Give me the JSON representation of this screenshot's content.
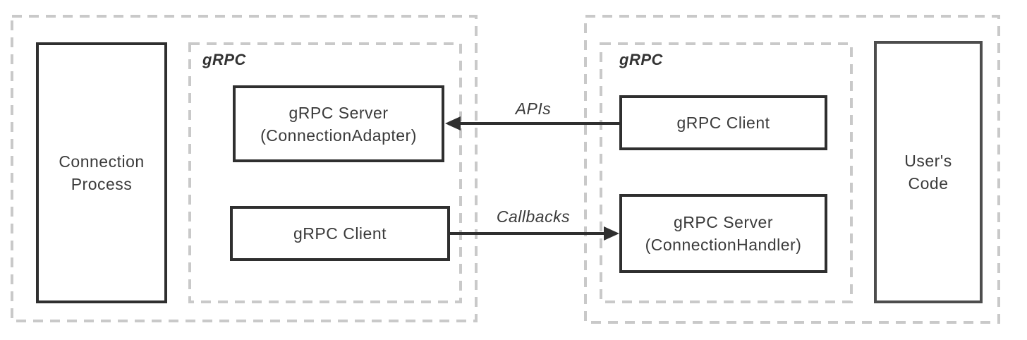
{
  "colors": {
    "dashed_border": "#c9c9c9",
    "solid_border": "#2f2f2f",
    "user_code_border": "#4d4d4d",
    "text": "#3a3a3a",
    "arrow": "#2f2f2f",
    "background": "#ffffff"
  },
  "left_section": {
    "process_box": {
      "label": "Connection\nProcess"
    },
    "grpc_group": {
      "label": "gRPC",
      "server_box": {
        "label": "gRPC Server\n(ConnectionAdapter)"
      },
      "client_box": {
        "label": "gRPC Client"
      }
    }
  },
  "right_section": {
    "grpc_group": {
      "label": "gRPC",
      "client_box": {
        "label": "gRPC Client"
      },
      "server_box": {
        "label": "gRPC Server\n(ConnectionHandler)"
      }
    },
    "user_code_box": {
      "label": "User's\nCode"
    }
  },
  "connections": {
    "apis": {
      "label": "APIs",
      "direction": "right-to-left"
    },
    "callbacks": {
      "label": "Callbacks",
      "direction": "left-to-right"
    }
  }
}
